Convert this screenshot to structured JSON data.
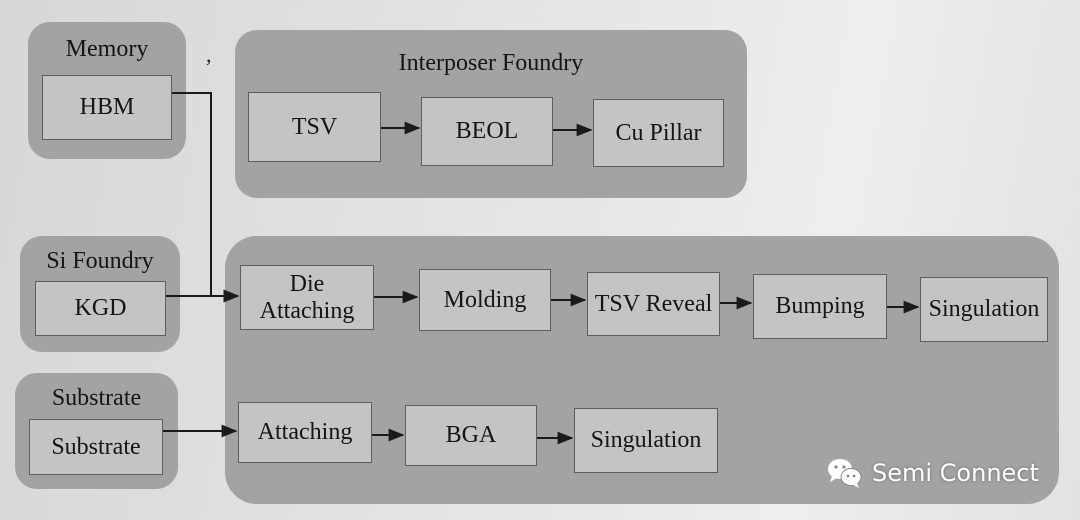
{
  "groups": {
    "memory": {
      "title": "Memory",
      "box": "HBM"
    },
    "interposer": {
      "title": "Interposer Foundry",
      "steps": [
        "TSV",
        "BEOL",
        "Cu Pillar"
      ]
    },
    "si_foundry": {
      "title": "Si Foundry",
      "box": "KGD"
    },
    "substrate": {
      "title": "Substrate",
      "box": "Substrate"
    }
  },
  "flows": {
    "main": [
      "Die Attaching",
      "Molding",
      "TSV Reveal",
      "Bumping",
      "Singulation"
    ],
    "substrate": [
      "Attaching",
      "BGA",
      "Singulation"
    ]
  },
  "watermark": {
    "text": "Semi Connect",
    "icon": "wechat-icon"
  },
  "colors": {
    "group_fill": "#a3a3a3",
    "box_fill": "#c4c4c4",
    "line": "#1a1a1a"
  }
}
